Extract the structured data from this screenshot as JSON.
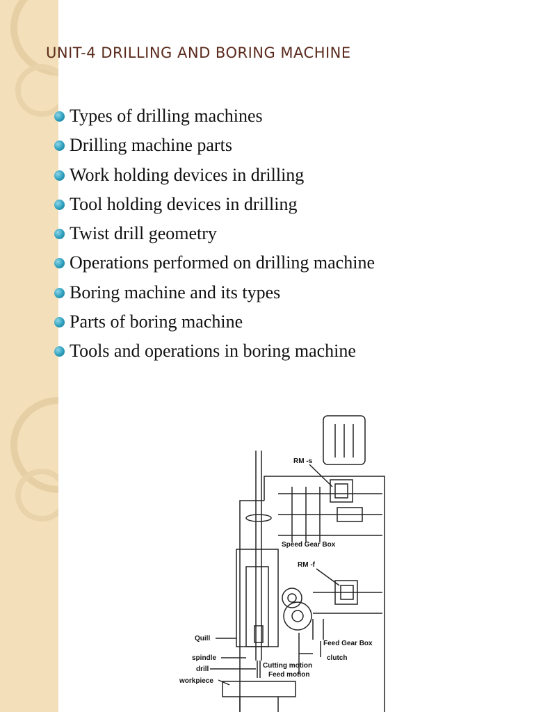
{
  "slide": {
    "title": "UNIT-4 DRILLING AND BORING MACHINE",
    "bullets": [
      "Types of drilling machines",
      "Drilling machine parts",
      "Work holding devices in drilling",
      "Tool holding devices in drilling",
      "Twist drill geometry",
      "Operations performed on drilling machine",
      "Boring machine and its types",
      "Parts of boring machine",
      "Tools and operations in boring machine"
    ]
  },
  "diagram": {
    "labels": {
      "rm_s": "RM -s",
      "speed_gear_box": "Speed Gear Box",
      "rm_f": "RM -f",
      "feed_gear_box": "Feed Gear Box",
      "clutch": "clutch",
      "quill": "Quill",
      "spindle": "spindle",
      "drill": "drill",
      "cutting_motion": "Cutting motion",
      "feed_motion": "Feed motion",
      "workpiece": "workpiece"
    }
  },
  "theme": {
    "strip_color": "#f3dfb9",
    "title_color": "#5a2a1c",
    "bullet_color": "#2c9fbd"
  }
}
